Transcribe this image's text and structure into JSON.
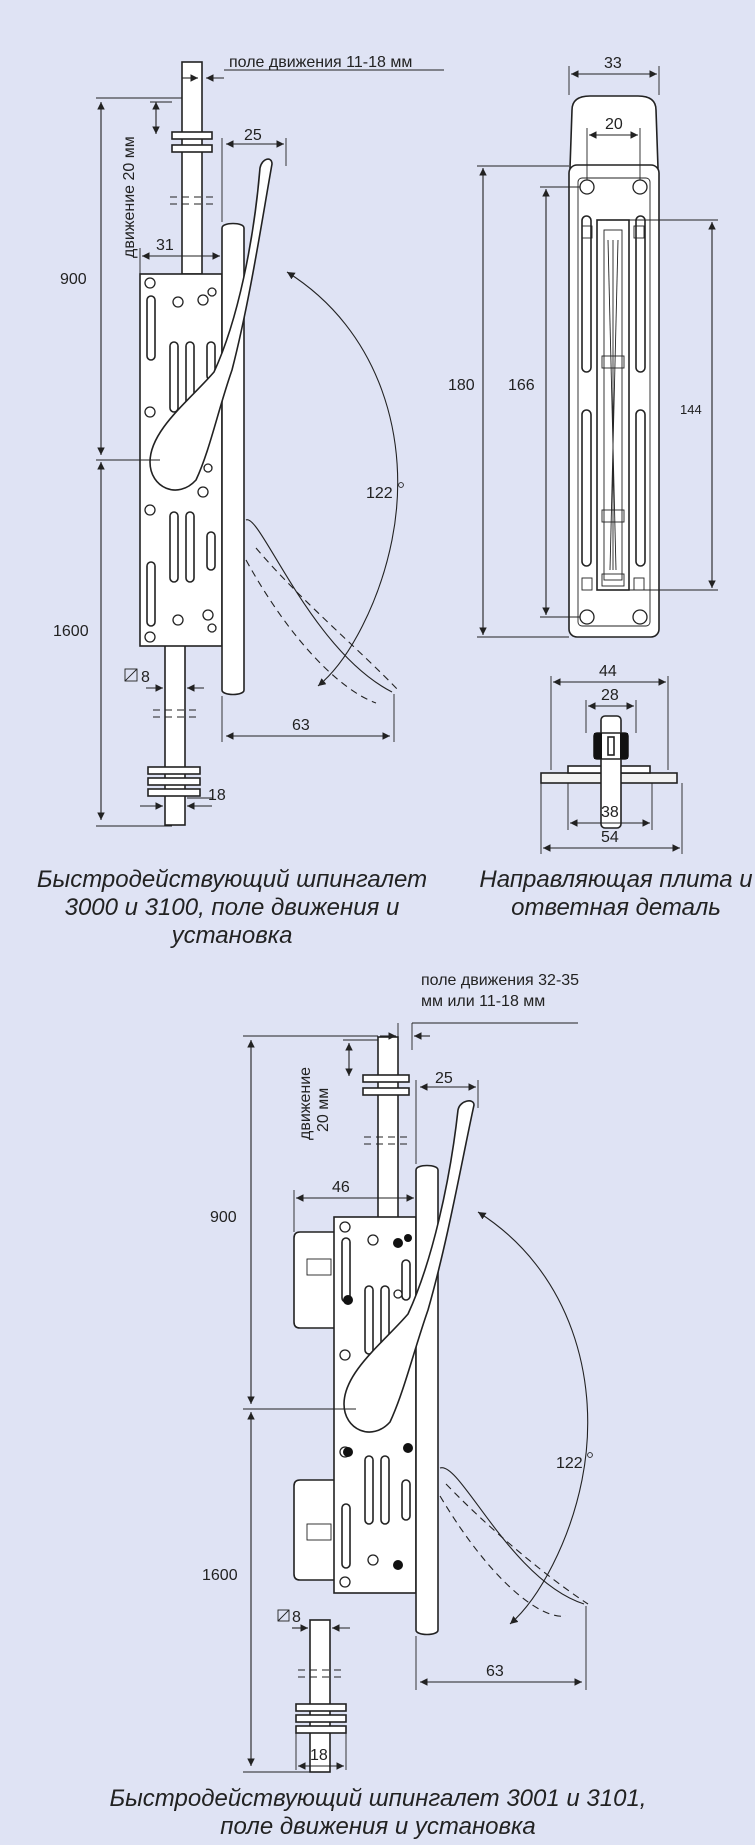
{
  "diagram_top_left": {
    "travel_range": "поле движения 11-18 мм",
    "stroke": "движение 20 мм",
    "dim_25": "25",
    "dim_31": "31",
    "dim_900": "900",
    "dim_1600": "1600",
    "dim_8": "8",
    "dim_63": "63",
    "dim_18": "18",
    "angle": "122",
    "caption_line1": "Быстродействующий шпингалет",
    "caption_line2": "3000 и 3100, поле движения и",
    "caption_line3": "установка"
  },
  "diagram_top_right": {
    "dim_33": "33",
    "dim_20": "20",
    "dim_180": "180",
    "dim_166": "166",
    "dim_144": "144",
    "dim_44": "44",
    "dim_28": "28",
    "dim_38": "38",
    "dim_54": "54",
    "caption_line1": "Направляющая плита и",
    "caption_line2": "ответная деталь"
  },
  "diagram_bottom": {
    "travel_range_line1": "поле движения 32-35",
    "travel_range_line2": "мм или 11-18 мм",
    "stroke_line1": "движение",
    "stroke_line2": "20 мм",
    "dim_25": "25",
    "dim_46": "46",
    "dim_900": "900",
    "dim_1600": "1600",
    "dim_8": "8",
    "dim_63": "63",
    "dim_18": "18",
    "angle": "122",
    "caption_line1": "Быстродействующий шпингалет 3001 и 3101,",
    "caption_line2": "поле движения и установка"
  },
  "colors": {
    "background": "#dfe3f4",
    "line": "#222222"
  }
}
